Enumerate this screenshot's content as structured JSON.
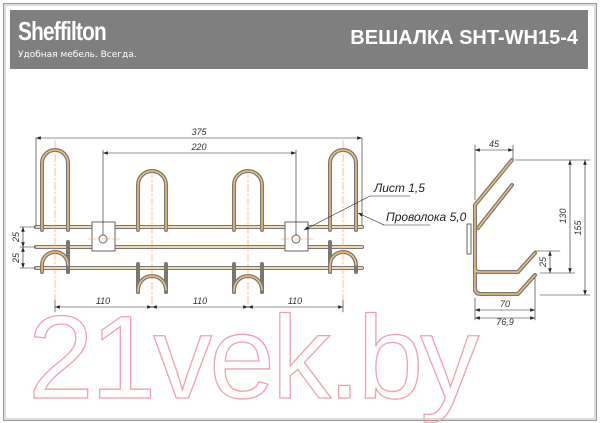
{
  "header": {
    "logo": "Sheffilton",
    "tagline": "Удобная мебель. Всегда.",
    "title": "ВЕШАЛКА SHT-WH15-4"
  },
  "front_view": {
    "dim_total_width": "375",
    "dim_plate_spacing": "220",
    "dim_hook_spacing": [
      "110",
      "110",
      "110"
    ],
    "dim_rail_spacing": [
      "25",
      "25"
    ],
    "note_sheet": "Лист 1,5",
    "note_wire": "Проволока 5,0"
  },
  "side_view": {
    "dim_top_depth": "45",
    "dim_height_inner": "130",
    "dim_height_total": "155",
    "dim_hook_height": "25",
    "dim_bottom_depth": "70",
    "dim_total_depth": "76,9"
  },
  "watermark": "21vek.by",
  "colors": {
    "header": "#7f7f7f",
    "wire": "#777777",
    "centerline": "#f0a040",
    "watermark": "#f2a0b0"
  }
}
